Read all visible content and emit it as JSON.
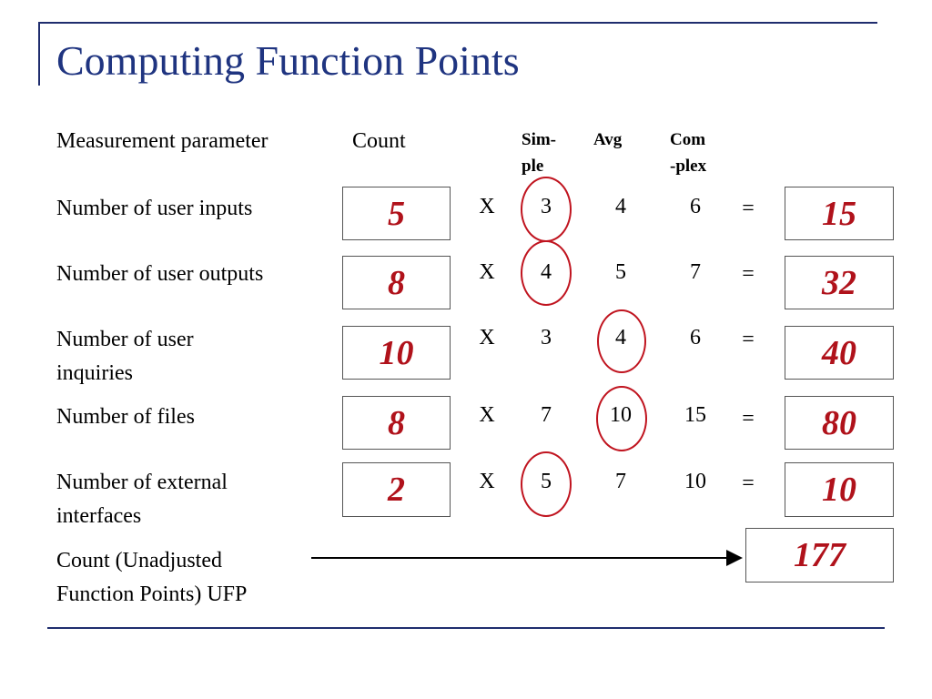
{
  "title": "Computing Function Points",
  "headers": {
    "parameter": "Measurement parameter",
    "count": "Count",
    "simple_line1": "Sim-",
    "simple_line2": "ple",
    "average": "Avg",
    "complex_line1": "Com",
    "complex_line2": "-plex"
  },
  "operators": {
    "times": "X",
    "equals": "="
  },
  "rows": [
    {
      "label_line1": "Number of user inputs",
      "label_line2": "",
      "count": "5",
      "simple": "3",
      "average": "4",
      "complex": "6",
      "result": "15",
      "selected": "simple"
    },
    {
      "label_line1": "Number of user outputs",
      "label_line2": "",
      "count": "8",
      "simple": "4",
      "average": "5",
      "complex": "7",
      "result": "32",
      "selected": "simple"
    },
    {
      "label_line1": "Number of user",
      "label_line2": "inquiries",
      "count": "10",
      "simple": "3",
      "average": "4",
      "complex": "6",
      "result": "40",
      "selected": "average"
    },
    {
      "label_line1": "Number of files",
      "label_line2": "",
      "count": "8",
      "simple": "7",
      "average": "10",
      "complex": "15",
      "result": "80",
      "selected": "average"
    },
    {
      "label_line1": "Number of external",
      "label_line2": "interfaces",
      "count": "2",
      "simple": "5",
      "average": "7",
      "complex": "10",
      "result": "10",
      "selected": "simple"
    }
  ],
  "total": {
    "label_line1": "Count (Unadjusted",
    "label_line2": "Function Points) UFP",
    "value": "177"
  },
  "colors": {
    "title": "#1f3480",
    "highlight": "#b0121b",
    "rule": "#1f2d6e"
  }
}
